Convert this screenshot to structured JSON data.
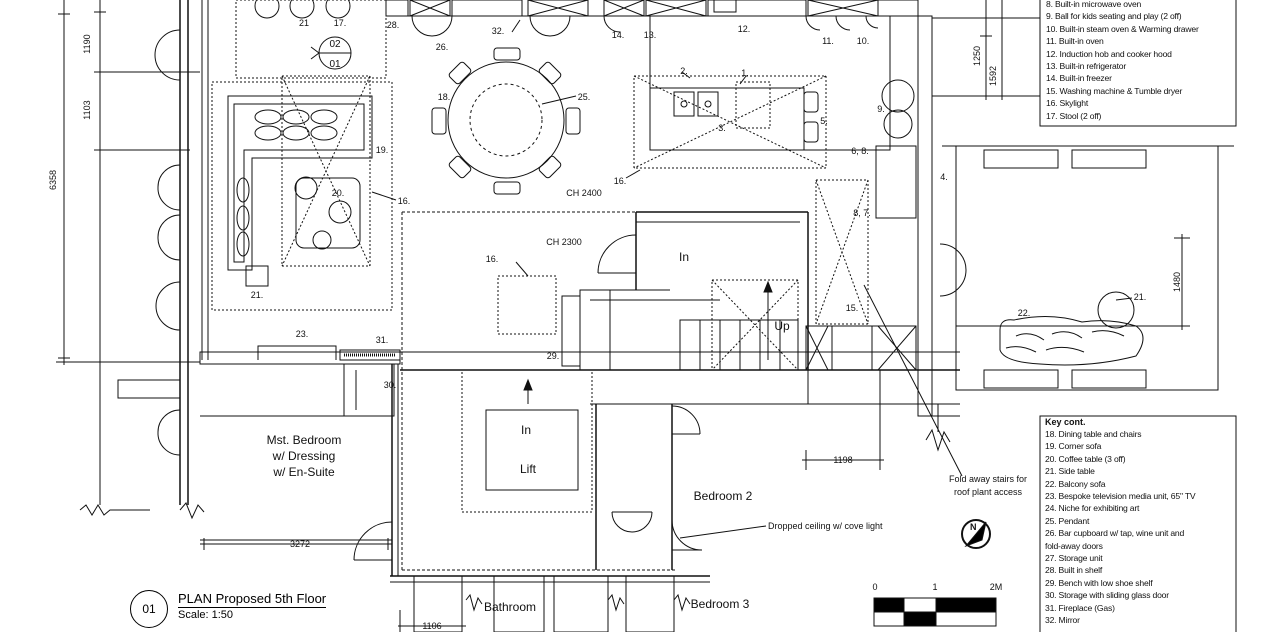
{
  "key_top": [
    "8.  Built-in microwave oven",
    "9.  Ball for kids seating and play (2 off)",
    "10. Built-in steam oven & Warming drawer",
    "11. Built-in oven",
    "12. Induction hob and cooker hood",
    "13. Built-in refrigerator",
    "14. Built-in freezer",
    "15. Washing machine & Tumble dryer",
    "16. Skylight",
    "17. Stool (2 off)"
  ],
  "key_cont": {
    "title": "Key cont.",
    "items": [
      "18. Dining table and chairs",
      "19. Corner sofa",
      "20. Coffee table (3 off)",
      "21. Side table",
      "22. Balcony sofa",
      "23. Bespoke television media unit, 65\" TV",
      "24. Niche for exhibiting art",
      "25. Pendant",
      "26. Bar cupboard w/ tap, wine unit and",
      "fold-away doors",
      "27. Storage unit",
      "28. Built in shelf",
      "29. Bench with low shoe shelf",
      "30. Storage with sliding glass door",
      "31. Fireplace (Gas)",
      "32. Mirror"
    ]
  },
  "title_block": {
    "number": "01",
    "title": "PLAN  Proposed 5th Floor",
    "scale": "Scale: 1:50"
  },
  "rooms": {
    "master": [
      "Mst. Bedroom",
      "w/ Dressing",
      "w/ En-Suite"
    ],
    "bedroom2": "Bedroom 2",
    "bedroom3": "Bedroom 3",
    "bathroom": "Bathroom",
    "lift": "Lift",
    "lift_in": "In",
    "entry_in": "In",
    "stair_up": "Up"
  },
  "ceiling": {
    "ch_2400": "CH 2400",
    "ch_2300": "CH 2300"
  },
  "notes": {
    "fold_away": [
      "Fold away stairs for",
      "roof plant access"
    ],
    "dropped_ceiling": "Dropped ceiling w/ cove light"
  },
  "dimensions": {
    "d1190": "1190",
    "d1103": "1103",
    "d6358": "6358",
    "d1250": "1250",
    "d1592": "1592",
    "d1480": "1480",
    "d1198": "1198",
    "d3272": "3272",
    "d1106": "1106"
  },
  "section_marker": {
    "top": "02",
    "bottom": "01"
  },
  "scale_bar": {
    "labels": [
      "0",
      "1",
      "2M"
    ]
  },
  "north": "N",
  "numbers": {
    "n21a": "21",
    "n17": "17.",
    "n28": "28.",
    "n32": "32.",
    "n26": "26.",
    "n14": "14.",
    "n13": "13.",
    "n12": "12.",
    "n11": "11.",
    "n10": "10.",
    "n2": "2.",
    "n1": "1.",
    "n3": "3.",
    "n5": "5.",
    "n9": "9.",
    "n4": "4.",
    "n18": "18.",
    "n25": "25.",
    "n19": "19.",
    "n20": "20.",
    "n16a": "16.",
    "n16b": "16.",
    "n16c": "16.",
    "n21b": "21.",
    "n21c": "21.",
    "n22": "22.",
    "n23": "23.",
    "n31": "31.",
    "n30": "30.",
    "n29": "29.",
    "n15": "15.",
    "n67": "6, 8.",
    "n87": "8, 7."
  }
}
